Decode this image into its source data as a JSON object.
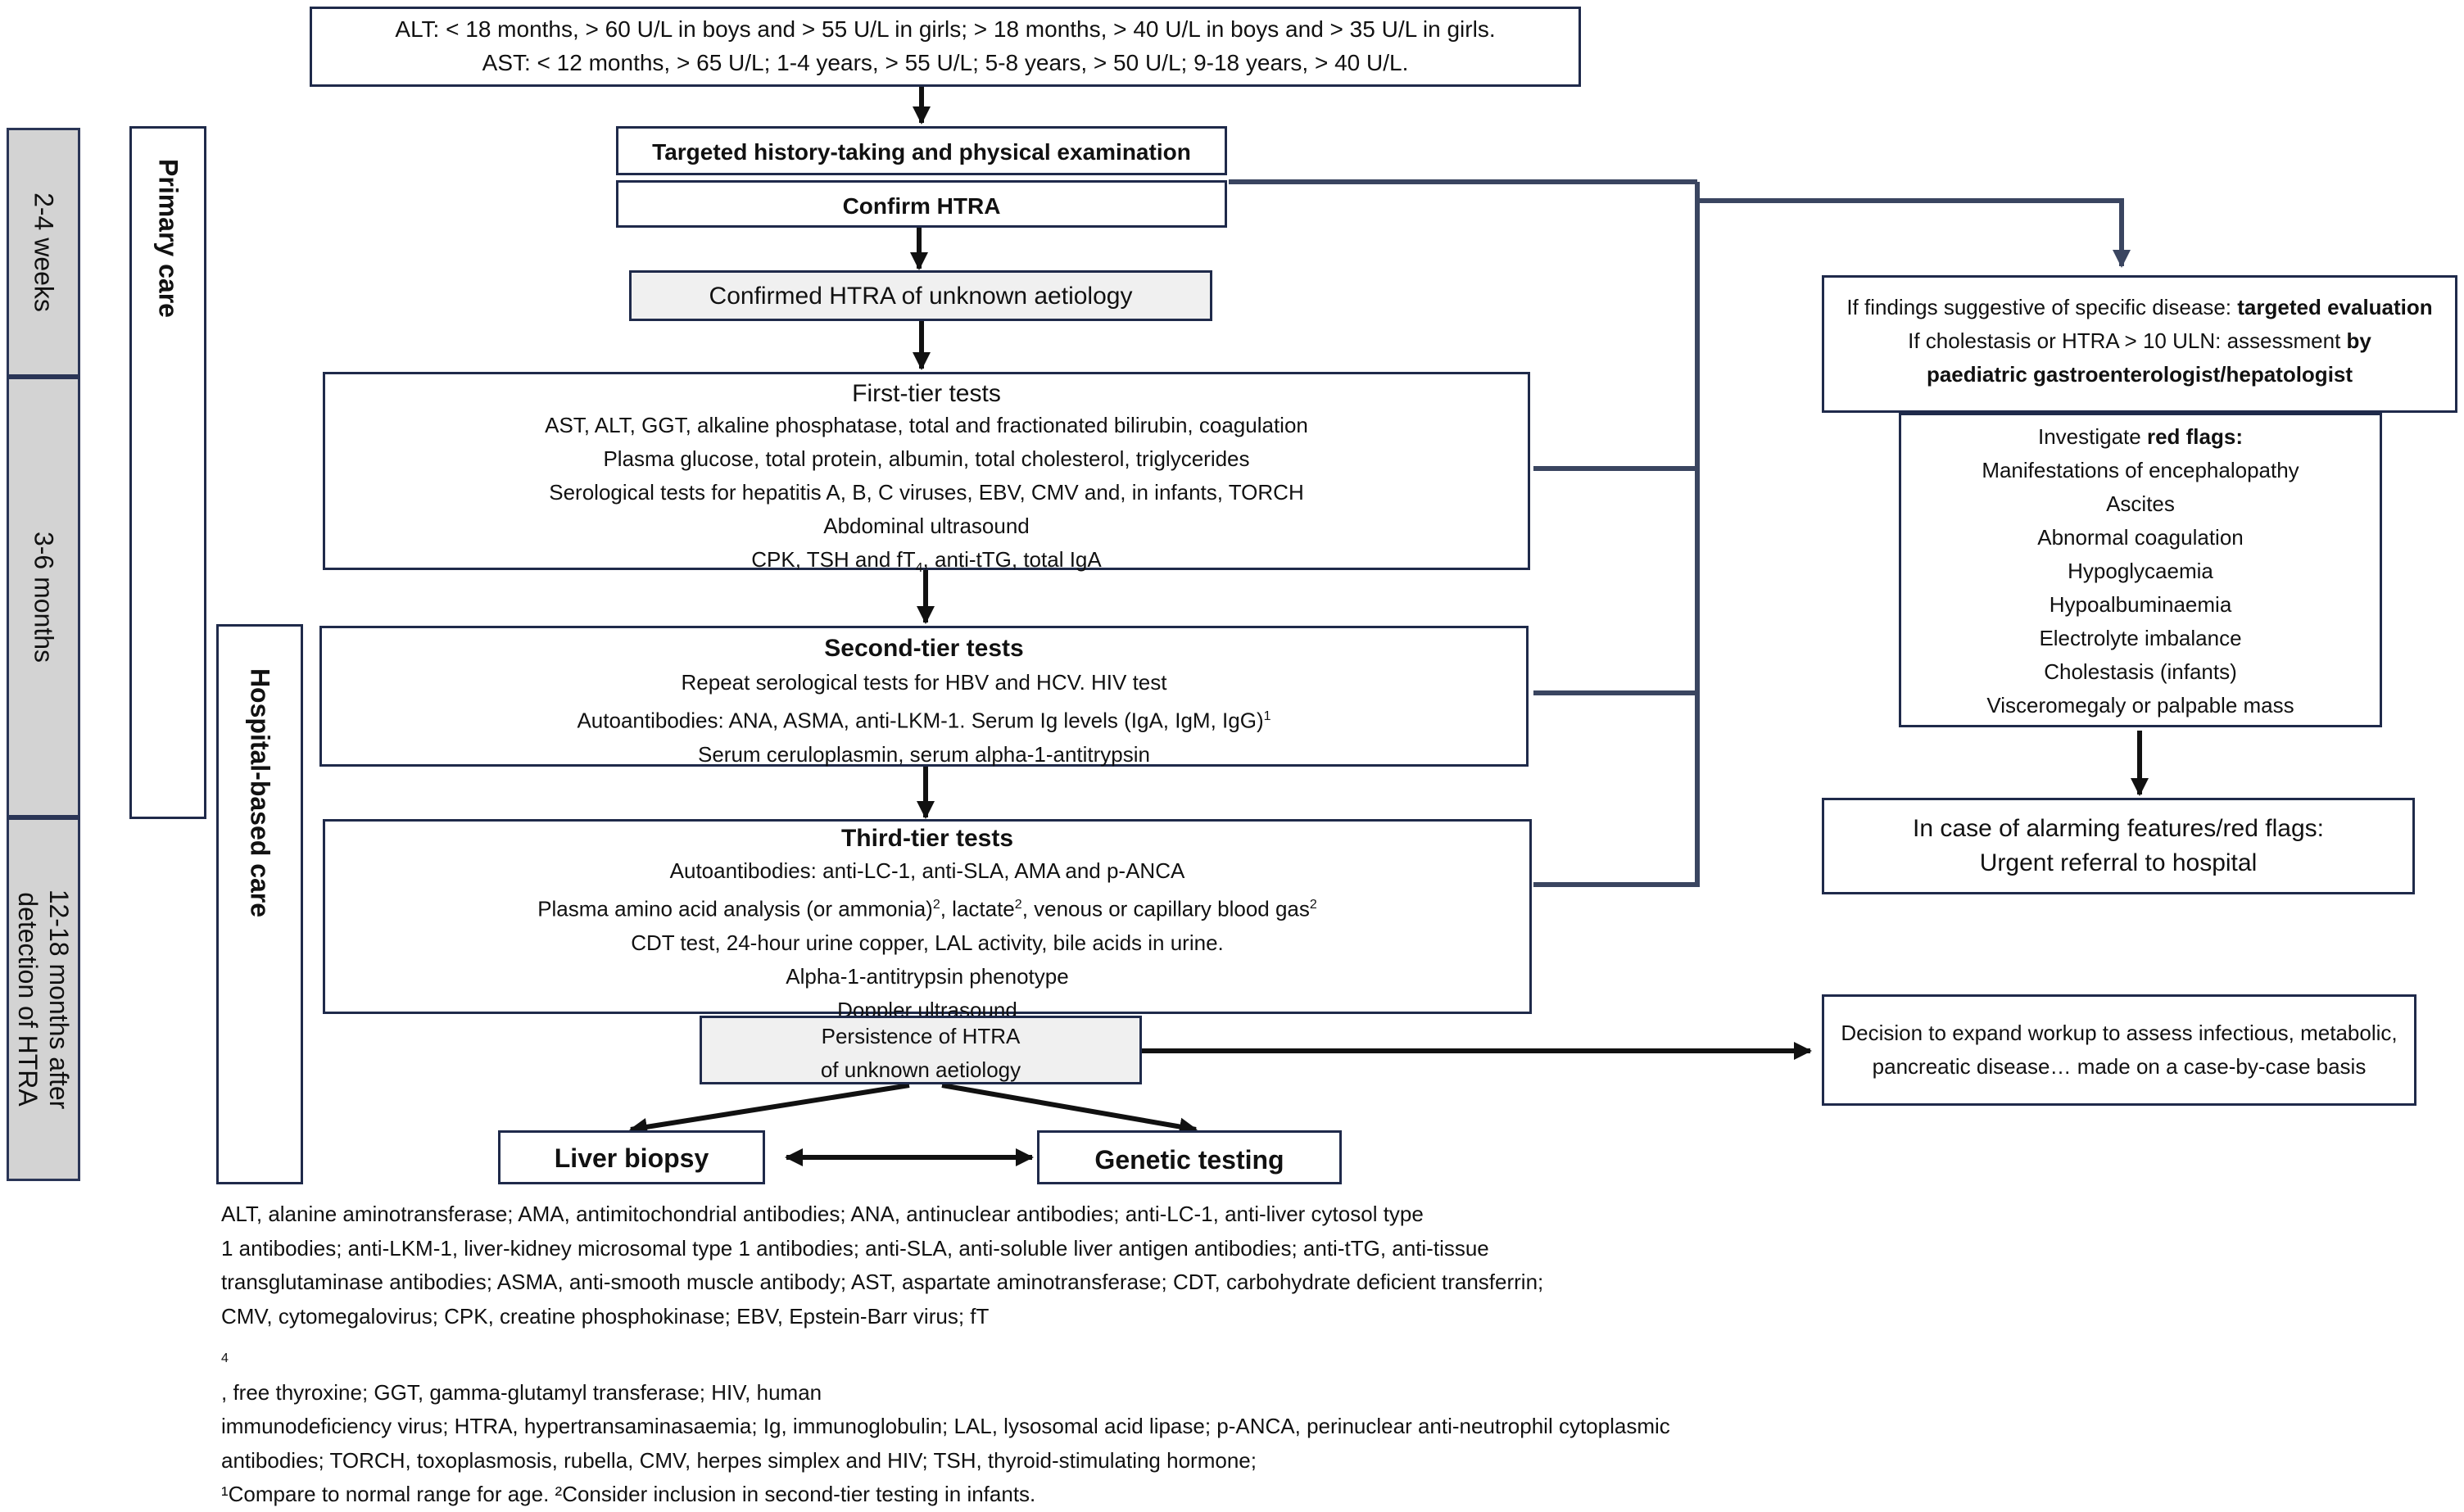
{
  "thresholds": {
    "alt": "ALT: < 18 months, > 60 U/L in boys and > 55 U/L in girls; > 18 months, > 40 U/L in boys and > 35 U/L in girls.",
    "ast": "AST: < 12 months, > 65 U/L; 1-4 years, > 55 U/L; 5-8 years, > 50 U/L; 9-18 years, > 40 U/L."
  },
  "timeline": [
    "2-4 weeks",
    "3-6 months",
    "12-18 months after",
    "detection of HTRA"
  ],
  "care": {
    "primary": "Primary care",
    "hospital": "Hospital-based care"
  },
  "steps": {
    "history": "Targeted history-taking and physical examination",
    "confirm": "Confirm HTRA",
    "confirmed": "Confirmed HTRA of unknown aetiology"
  },
  "first_tier": {
    "title": "First-tier tests",
    "lines": [
      "AST, ALT, GGT, alkaline phosphatase, total and fractionated bilirubin, coagulation",
      "Plasma glucose, total protein, albumin, total cholesterol, triglycerides",
      "Serological tests for hepatitis A, B, C viruses, EBV, CMV and, in infants, TORCH",
      "Abdominal ultrasound"
    ],
    "last_a": "CPK, TSH and fT",
    "last_sub": "4",
    "last_b": ", anti-tTG, total IgA"
  },
  "second_tier": {
    "title": "Second-tier tests",
    "line1": "Repeat serological tests for HBV and HCV. HIV test",
    "line2": "Autoantibodies: ANA, ASMA, anti-LKM-1. Serum Ig levels (IgA, IgM, IgG)",
    "line2_sup": "1",
    "line3": "Serum ceruloplasmin, serum alpha-1-antitrypsin"
  },
  "third_tier": {
    "title": "Third-tier tests",
    "line1": "Autoantibodies: anti-LC-1, anti-SLA, AMA and p-ANCA",
    "line2a": "Plasma amino acid analysis (or ammonia)",
    "line2b": ", lactate",
    "line2c": ", venous or capillary blood gas",
    "sup2": "2",
    "line3": "CDT test, 24-hour urine copper, LAL activity, bile acids in urine.",
    "line4": "Alpha-1-antitrypsin phenotype",
    "line5": "Doppler ultrasound"
  },
  "persistence": [
    "Persistence of HTRA",
    "of unknown aetiology"
  ],
  "outcomes": {
    "biopsy": "Liver biopsy",
    "genetic": "Genetic testing"
  },
  "decision": [
    "Decision to expand workup to assess infectious, metabolic,",
    "pancreatic disease… made on a case-by-case basis"
  ],
  "specific": {
    "l1a": "If findings suggestive of specific disease: ",
    "l1b": "targeted evaluation",
    "l2a": "If cholestasis or HTRA > 10  ULN: assessment ",
    "l2b": "by",
    "l3": "paediatric gastroenterologist/hepatologist"
  },
  "red_flags": {
    "intro": "Investigate ",
    "title": "red flags:",
    "items": [
      "Manifestations of encephalopathy",
      "Ascites",
      "Abnormal coagulation",
      "Hypoglycaemia",
      "Hypoalbuminaemia",
      "Electrolyte imbalance",
      "Cholestasis (infants)",
      "Visceromegaly or palpable mass"
    ]
  },
  "urgent": [
    "In case of alarming features/red flags:",
    "Urgent referral to hospital"
  ],
  "footnotes": {
    "lines": [
      "ALT, alanine aminotransferase; AMA, antimitochondrial antibodies; ANA, antinuclear antibodies; anti-LC-1, anti-liver cytosol type",
      "1 antibodies; anti-LKM-1, liver-kidney microsomal type 1 antibodies; anti-SLA, anti-soluble liver antigen antibodies; anti-tTG, anti-tissue",
      "transglutaminase antibodies; ASMA, anti-smooth muscle antibody; AST, aspartate aminotransferase; CDT, carbohydrate deficient transferrin;"
    ],
    "ft_a": "CMV, cytomegalovirus; CPK, creatine phosphokinase; EBV, Epstein-Barr virus; fT",
    "ft_sub": "4",
    "ft_b": ", free thyroxine; GGT, gamma-glutamyl transferase; HIV, human",
    "lines2": [
      "immunodeficiency virus; HTRA, hypertransaminasaemia; Ig, immunoglobulin; LAL, lysosomal acid lipase; p-ANCA, perinuclear anti-neutrophil cytoplasmic",
      "antibodies; TORCH, toxoplasmosis, rubella, CMV, herpes simplex and HIV; TSH, thyroid-stimulating hormone;"
    ],
    "last": "¹Compare to normal range for age. ²Consider inclusion in second-tier testing in infants."
  },
  "colors": {
    "border": "#1f2a4a",
    "grey_fill": "#d3d3d3",
    "light_fill": "#f0f0f0",
    "arrow": "#111111"
  }
}
